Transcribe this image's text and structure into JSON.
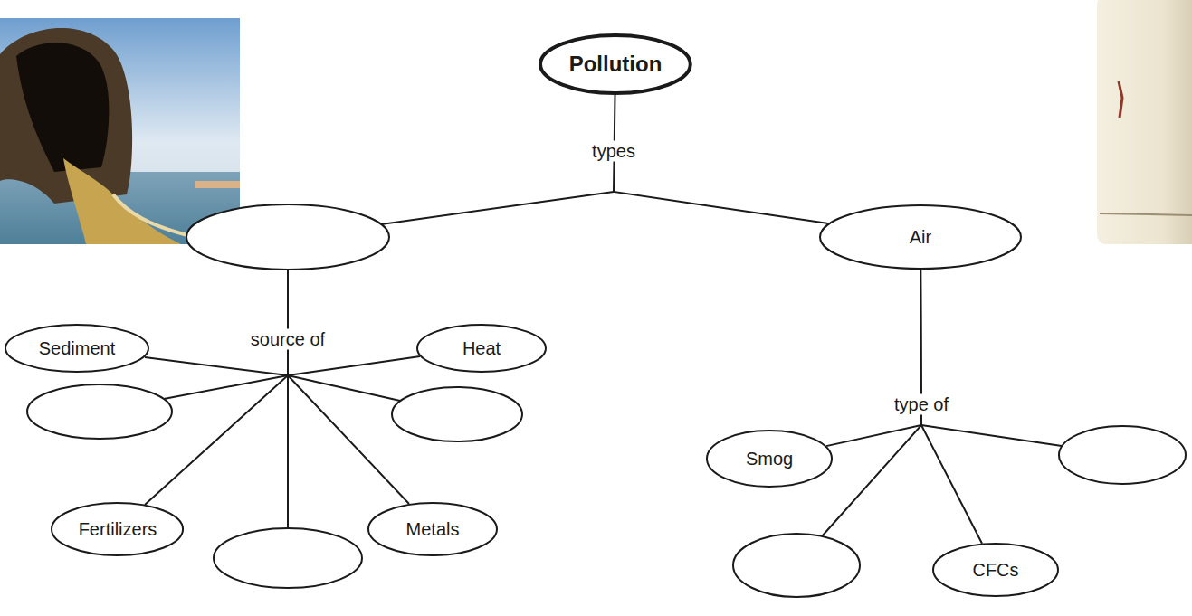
{
  "diagram": {
    "nodes": [
      {
        "text": [
          "Pollution"
        ]
      },
      {
        "text": [
          "Air"
        ]
      },
      {
        "text": [
          "Sediment"
        ]
      },
      {
        "text": [
          "Heat"
        ]
      },
      {
        "text": [
          "Smog"
        ]
      },
      {
        "text": [
          "Fertilizers"
        ]
      },
      {
        "text": [
          "Metals"
        ]
      },
      {
        "text": [
          "CFCs"
        ]
      }
    ],
    "edges": [
      {
        "from": 0,
        "to": 1,
        "arrow": "none",
        "label": "types"
      },
      {
        "from": 1,
        "to": 4,
        "arrow": "none",
        "label": "type of"
      },
      {
        "from": 1,
        "to": 7,
        "arrow": "none"
      }
    ],
    "labels": [
      "source of"
    ]
  }
}
